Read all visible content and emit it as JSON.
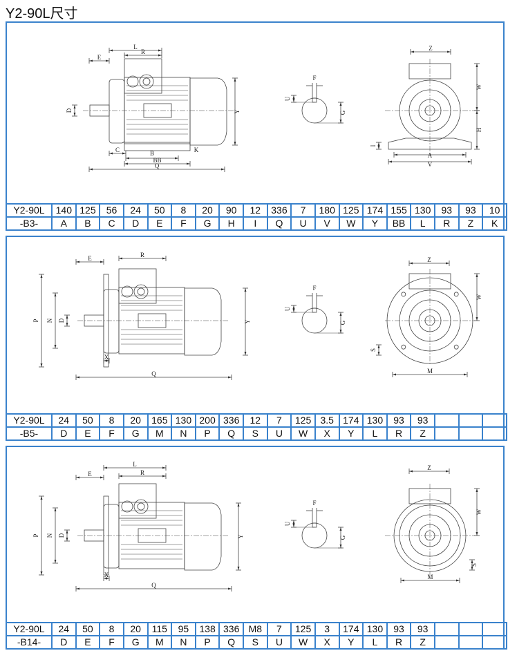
{
  "title": "Y2-90L尺寸",
  "panels": [
    {
      "mount": "B3",
      "labels": {
        "E": "E",
        "L": "L",
        "R": "R",
        "D": "D",
        "Y": "Y",
        "C": "C",
        "B": "B",
        "K": "K",
        "BB": "BB",
        "Q": "Q",
        "F": "F",
        "U": "U",
        "G": "G",
        "Z": "Z",
        "W": "W",
        "H": "H",
        "I": "I",
        "A": "A",
        "V": "V"
      },
      "table": {
        "model": "Y2-90L",
        "mount_label": "-B3-",
        "values": [
          "140",
          "125",
          "56",
          "24",
          "50",
          "8",
          "20",
          "90",
          "12",
          "336",
          "7",
          "180",
          "125",
          "174",
          "155",
          "130",
          "93",
          "93",
          "10"
        ],
        "letters": [
          "A",
          "B",
          "C",
          "D",
          "E",
          "F",
          "G",
          "H",
          "I",
          "Q",
          "U",
          "V",
          "W",
          "Y",
          "BB",
          "L",
          "R",
          "Z",
          "K"
        ]
      }
    },
    {
      "mount": "B5",
      "labels": {
        "E": "E",
        "R": "R",
        "P": "P",
        "N": "N",
        "D": "D",
        "X": "X",
        "Q": "Q",
        "Y": "Y",
        "F": "F",
        "U": "U",
        "G": "G",
        "Z": "Z",
        "W": "W",
        "S": "S",
        "M": "M"
      },
      "table": {
        "model": "Y2-90L",
        "mount_label": "-B5-",
        "values": [
          "24",
          "50",
          "8",
          "20",
          "165",
          "130",
          "200",
          "336",
          "12",
          "7",
          "125",
          "3.5",
          "174",
          "130",
          "93",
          "93",
          "",
          "",
          ""
        ],
        "letters": [
          "D",
          "E",
          "F",
          "G",
          "M",
          "N",
          "P",
          "Q",
          "S",
          "U",
          "W",
          "X",
          "Y",
          "L",
          "R",
          "Z",
          "",
          "",
          ""
        ]
      }
    },
    {
      "mount": "B14",
      "labels": {
        "L": "L",
        "E": "E",
        "R": "R",
        "P": "P",
        "N": "N",
        "D": "D",
        "X": "X",
        "Q": "Q",
        "Y": "Y",
        "F": "F",
        "U": "U",
        "G": "G",
        "Z": "Z",
        "W": "W",
        "S": "S",
        "M": "M"
      },
      "table": {
        "model": "Y2-90L",
        "mount_label": "-B14-",
        "values": [
          "24",
          "50",
          "8",
          "20",
          "115",
          "95",
          "138",
          "336",
          "M8",
          "7",
          "125",
          "3",
          "174",
          "130",
          "93",
          "93",
          "",
          "",
          ""
        ],
        "letters": [
          "D",
          "E",
          "F",
          "G",
          "M",
          "N",
          "P",
          "Q",
          "S",
          "U",
          "W",
          "X",
          "Y",
          "L",
          "R",
          "Z",
          "",
          "",
          ""
        ]
      }
    }
  ],
  "colors": {
    "border": "#3a82cc",
    "line": "#333333"
  }
}
